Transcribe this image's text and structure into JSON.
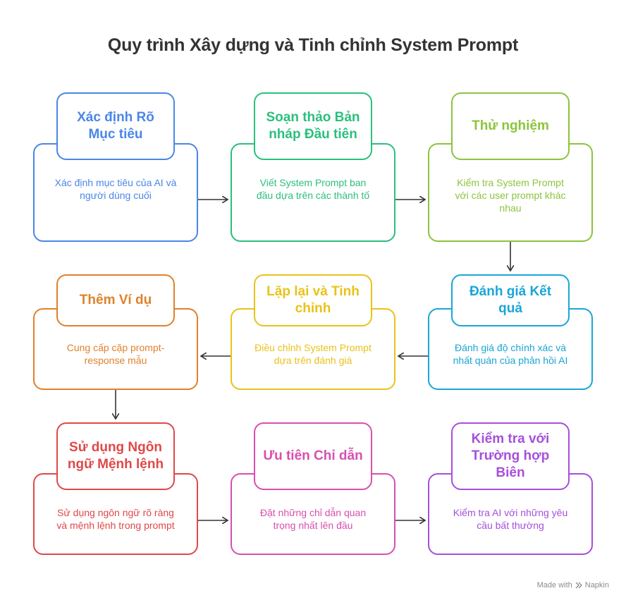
{
  "title": "Quy trình Xây dựng và Tinh chỉnh System Prompt",
  "steps": [
    {
      "heading": "Xác định Rõ Mục tiêu",
      "desc": "Xác định mục tiêu của AI và người dùng cuối",
      "color": "#4a86e8"
    },
    {
      "heading": "Soạn thảo Bản nháp Đầu tiên",
      "desc": "Viết System Prompt ban đầu dựa trên các thành tố",
      "color": "#2bbf7e"
    },
    {
      "heading": "Thử nghiệm",
      "desc": "Kiểm tra System Prompt với các user prompt khác nhau",
      "color": "#8cc43c"
    },
    {
      "heading": "Đánh giá Kết quả",
      "desc": "Đánh giá độ chính xác và nhất quán của phản hồi AI",
      "color": "#1aa6d6"
    },
    {
      "heading": "Lặp lại và Tinh chỉnh",
      "desc": "Điều chỉnh System Prompt dựa trên đánh giá",
      "color": "#e8c31a"
    },
    {
      "heading": "Thêm Ví dụ",
      "desc": "Cung cấp cặp prompt-response mẫu",
      "color": "#e0812b"
    },
    {
      "heading": "Sử dụng Ngôn ngữ Mệnh lệnh",
      "desc": "Sử dụng ngôn ngữ rõ ràng và mệnh lệnh trong prompt",
      "color": "#e04848"
    },
    {
      "heading": "Ưu tiên Chỉ dẫn",
      "desc": "Đặt những chỉ dẫn quan trọng nhất lên đầu",
      "color": "#d94fae"
    },
    {
      "heading": "Kiểm tra với Trường hợp Biên",
      "desc": "Kiểm tra AI với những yêu cầu bất thường",
      "color": "#a64fdc"
    }
  ],
  "footer": {
    "made_with": "Made with",
    "brand": "Napkin"
  }
}
